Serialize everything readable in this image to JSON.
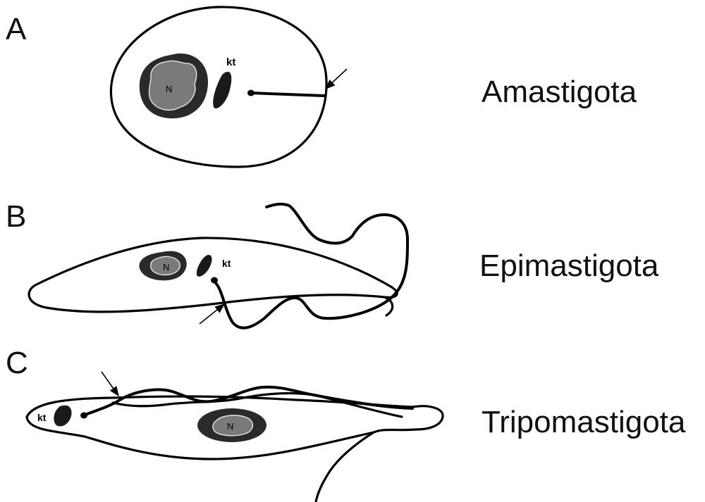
{
  "panels": [
    {
      "letter": "A",
      "stage": "Amastigota",
      "kinetoplast_label": "kt",
      "nucleus_label": "N"
    },
    {
      "letter": "B",
      "stage": "Epimastigota",
      "kinetoplast_label": "kt",
      "nucleus_label": "N"
    },
    {
      "letter": "C",
      "stage": "Tripomastigota",
      "kinetoplast_label": "kt",
      "nucleus_label": "N"
    }
  ]
}
